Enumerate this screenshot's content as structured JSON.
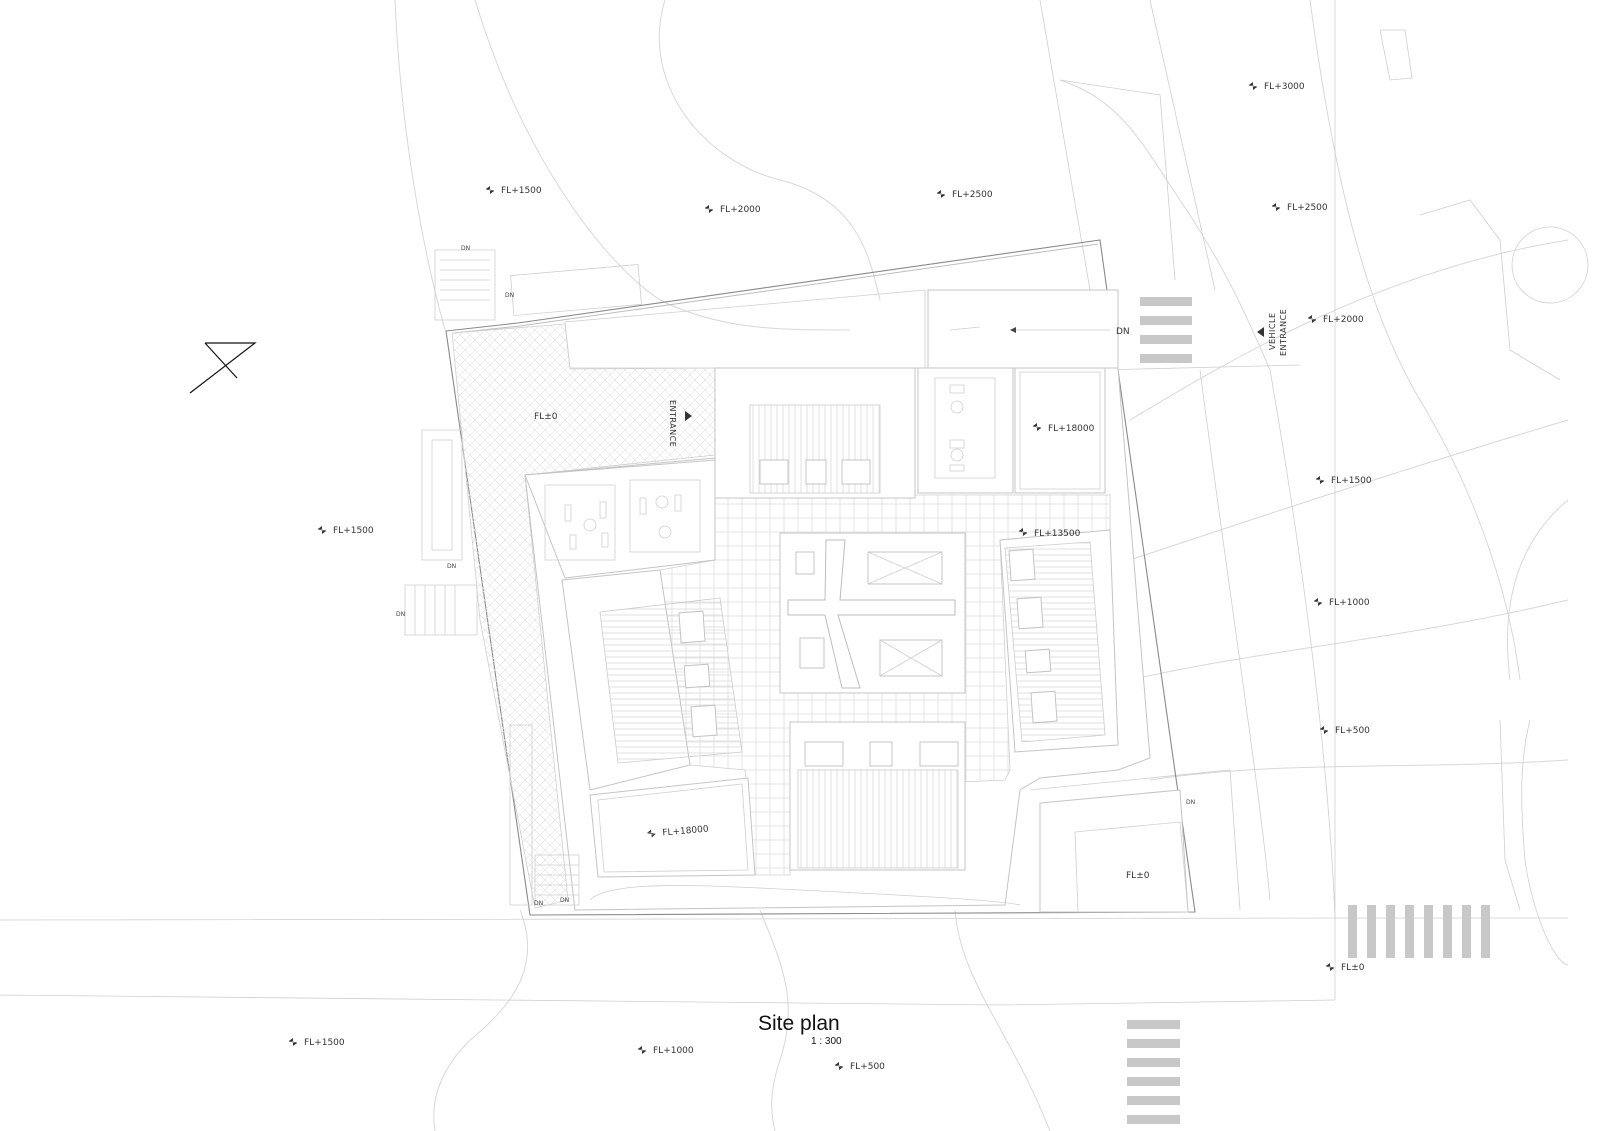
{
  "drawing": {
    "title": "Site plan",
    "scale": "1 : 300"
  },
  "labels": {
    "entrance": "ENTRANCE",
    "vehicle_entrance_line1": "VEHICLE",
    "vehicle_entrance_line2": "ENTRANCE",
    "dn": "DN"
  },
  "levels": [
    {
      "id": "fl-1500-nw",
      "text": "FL+1500"
    },
    {
      "id": "fl-2000-n",
      "text": "FL+2000"
    },
    {
      "id": "fl-2500-n",
      "text": "FL+2500"
    },
    {
      "id": "fl-3000-ne",
      "text": "FL+3000"
    },
    {
      "id": "fl-2500-e",
      "text": "FL+2500"
    },
    {
      "id": "fl-2000-e",
      "text": "FL+2000"
    },
    {
      "id": "fl-1500-e",
      "text": "FL+1500"
    },
    {
      "id": "fl-1000-e",
      "text": "FL+1000"
    },
    {
      "id": "fl-500-e",
      "text": "FL+500"
    },
    {
      "id": "fl-0-se",
      "text": "FL±0"
    },
    {
      "id": "fl-1500-w",
      "text": "FL+1500"
    },
    {
      "id": "fl-0-entrance",
      "text": "FL±0"
    },
    {
      "id": "fl-18000-ne",
      "text": "FL+18000"
    },
    {
      "id": "fl-13500",
      "text": "FL+13500"
    },
    {
      "id": "fl-18000-sw",
      "text": "FL+18000"
    },
    {
      "id": "fl-0-courtyard",
      "text": "FL±0"
    },
    {
      "id": "fl-1500-sw",
      "text": "FL+1500"
    },
    {
      "id": "fl-1000-s",
      "text": "FL+1000"
    },
    {
      "id": "fl-500-s",
      "text": "FL+500"
    }
  ],
  "icons": {
    "level_marker": "level-marker-icon",
    "north_arrow": "north-arrow-icon",
    "entrance_arrow": "triangle-arrow-icon"
  },
  "colors": {
    "line": "#bdbdbd",
    "zebra": "#c8c8c8",
    "background": "#ffffff"
  }
}
